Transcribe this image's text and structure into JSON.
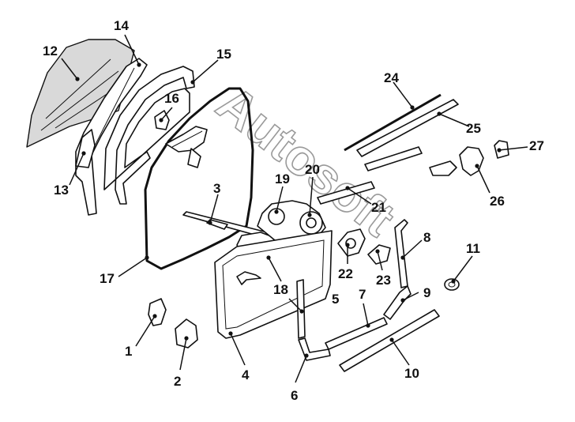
{
  "watermark": "Autosoft",
  "callouts": [
    "1",
    "2",
    "3",
    "4",
    "5",
    "6",
    "7",
    "8",
    "9",
    "10",
    "11",
    "12",
    "13",
    "14",
    "15",
    "16",
    "17",
    "18",
    "19",
    "20",
    "21",
    "22",
    "23",
    "24",
    "25",
    "26",
    "27"
  ],
  "colors": {
    "line": "#111111",
    "glass": "#d9d9d9",
    "watermark": "#9a9a9a",
    "background": "#ffffff"
  }
}
